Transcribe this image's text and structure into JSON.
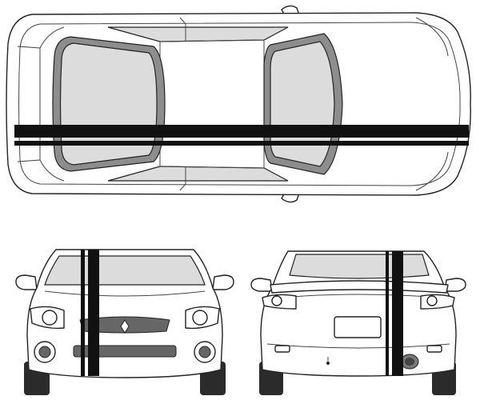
{
  "colors": {
    "body": "#ffffff",
    "outline": "#222222",
    "glass": "#dcdcdc",
    "window_frame": "#8d8d8d",
    "stripe": "#111111",
    "tire": "#2b2b2b",
    "grille": "#666666"
  },
  "icons": {
    "badge": "three-diamond-emblem-icon"
  },
  "views": [
    {
      "id": "top",
      "stripe_count": 2
    },
    {
      "id": "front",
      "stripe_count": 2
    },
    {
      "id": "rear",
      "stripe_count": 2
    }
  ]
}
